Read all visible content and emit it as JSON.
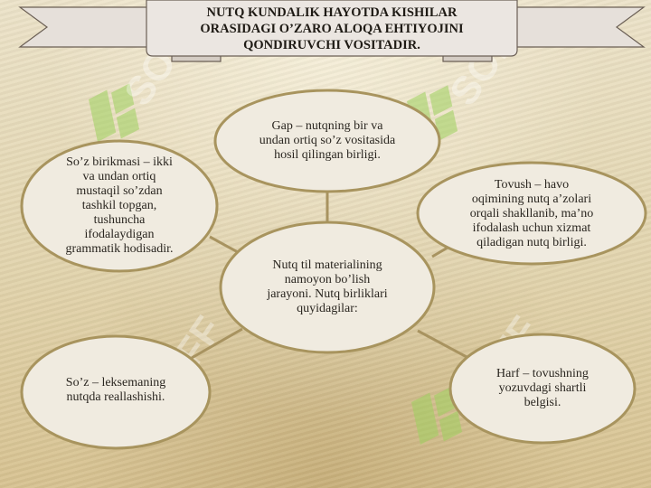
{
  "banner": {
    "text": "NUTQ KUNDALIK HAYOTDA KISHILAR\nORASIDAGI O’ZARO ALOQA EHTIYOJINI\nQONDIRUVCHI VOSITADIR."
  },
  "nodes": {
    "center": "Nutq til materialining\nnamoyon bo’lish\njarayoni. Nutq birliklari\nquyidagilar:",
    "gap": "Gap  –  nutqning bir va\nundan ortiq so’z vositasida\nhosil qilingan birligi.",
    "soz_birikmasi": "So’z birikmasi  –  ikki\nva undan ortiq\nmustaqil so’zdan\ntashkil topgan,\ntushuncha\nifodalaydigan\ngrammatik  hodisadir.",
    "tovush": "Tovush  –  havo\noqimining nutq a’zolari\norqali shakllanib, ma’no\nifodalash  uchun xizmat\nqiladigan nutq birligi.",
    "soz": "So’z – leksemaning\nnutqda reallashishi.",
    "harf": "Harf – tovushning\nyozuvdagi  shartli\nbelgisi."
  },
  "watermark": {
    "text": "SOFF",
    "icon": "watermark-logo-icon"
  },
  "colors": {
    "ellipse_fill": "#f0ebe0",
    "ellipse_stroke": "#a8945e",
    "connector": "#a89360",
    "banner_fill": "#ebe6e1",
    "banner_stroke": "#6b5f55",
    "watermark_green": "#9ed15e"
  }
}
